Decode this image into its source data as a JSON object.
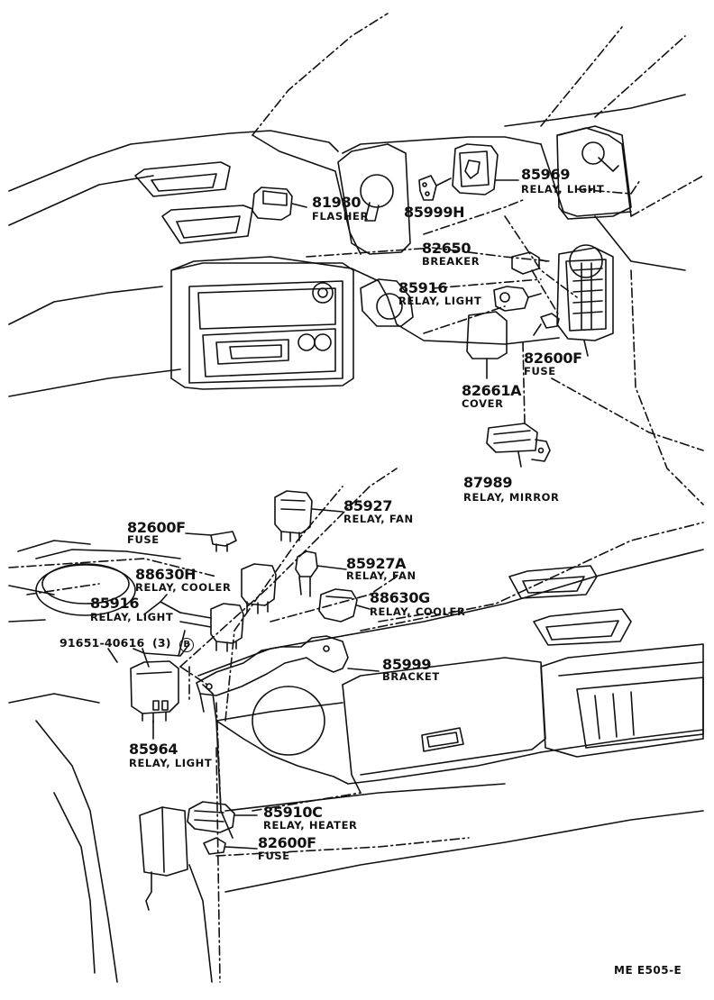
{
  "diagram": {
    "code": "ME  E505-E",
    "callouts": [
      {
        "part": "81980",
        "desc": "FLASHER"
      },
      {
        "part": "85999H",
        "desc": ""
      },
      {
        "part": "85969",
        "desc": "RELAY, LIGHT"
      },
      {
        "part": "82650",
        "desc": "BREAKER"
      },
      {
        "part": "85916",
        "desc": "RELAY, LIGHT"
      },
      {
        "part": "82600F",
        "desc": "FUSE"
      },
      {
        "part": "82661A",
        "desc": "COVER"
      },
      {
        "part": "87989",
        "desc": "RELAY, MIRROR"
      },
      {
        "part": "85927",
        "desc": "RELAY, FAN"
      },
      {
        "part": "82600F",
        "desc": "FUSE"
      },
      {
        "part": "88630H",
        "desc": "RELAY, COOLER"
      },
      {
        "part": "85927A",
        "desc": "RELAY, FAN"
      },
      {
        "part": "85916",
        "desc": "RELAY, LIGHT"
      },
      {
        "part": "88630G",
        "desc": "RELAY, COOLER"
      },
      {
        "part": "91651-40616",
        "qty": "(3)",
        "marker": "B",
        "desc": ""
      },
      {
        "part": "85999",
        "desc": "BRACKET"
      },
      {
        "part": "85964",
        "desc": "RELAY, LIGHT"
      },
      {
        "part": "85910C",
        "desc": "RELAY, HEATER"
      },
      {
        "part": "82600F",
        "desc": "FUSE"
      }
    ]
  }
}
